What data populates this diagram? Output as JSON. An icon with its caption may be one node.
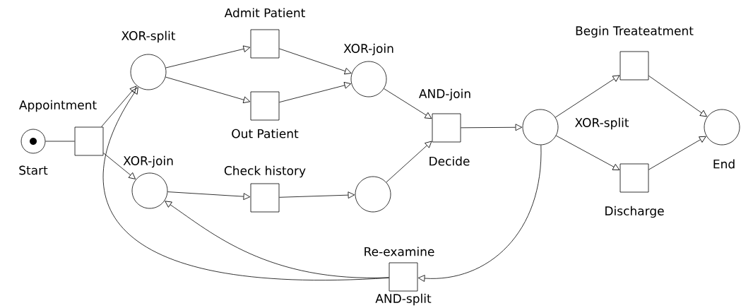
{
  "diagram": {
    "nodes": [
      {
        "text": [],
        "shape": "circle",
        "beside": [
          "Start"
        ]
      },
      {
        "text": [],
        "shape": "box",
        "beside": [
          "Appointment"
        ]
      },
      {
        "text": [],
        "shape": "circle",
        "beside": [
          "XOR-split"
        ]
      },
      {
        "text": [],
        "shape": "circle",
        "beside": [
          "XOR-join"
        ]
      },
      {
        "text": [],
        "shape": "box",
        "beside": [
          "Admit Patient"
        ]
      },
      {
        "text": [],
        "shape": "box",
        "beside": [
          "Out Patient"
        ]
      },
      {
        "text": [],
        "shape": "box",
        "beside": [
          "Check history"
        ]
      },
      {
        "text": [],
        "shape": "circle",
        "beside": [
          "XOR-join"
        ]
      },
      {
        "text": [],
        "shape": "circle"
      },
      {
        "text": [],
        "shape": "box",
        "beside": [
          "AND-join",
          "Decide"
        ]
      },
      {
        "text": [],
        "shape": "circle",
        "beside": [
          "XOR-split"
        ]
      },
      {
        "text": [],
        "shape": "box",
        "beside": [
          "Begin Treateatment"
        ]
      },
      {
        "text": [],
        "shape": "box",
        "beside": [
          "Discharge"
        ]
      },
      {
        "text": [],
        "shape": "circle",
        "beside": [
          "End"
        ]
      },
      {
        "text": [],
        "shape": "box",
        "beside": [
          "Re-examine",
          "AND-split"
        ]
      }
    ],
    "edges": [
      {
        "from": 0,
        "to": 1,
        "arrow": "none"
      },
      {
        "from": 1,
        "to": 2,
        "arrow": "to"
      },
      {
        "from": 1,
        "to": 3,
        "arrow": "to"
      },
      {
        "from": 14,
        "to": 2,
        "arrow": "to"
      },
      {
        "from": 14,
        "to": 3,
        "arrow": "to"
      },
      {
        "from": 2,
        "to": 4,
        "arrow": "to"
      },
      {
        "from": 2,
        "to": 5,
        "arrow": "to"
      },
      {
        "from": 4,
        "to": 7,
        "arrow": "to"
      },
      {
        "from": 5,
        "to": 7,
        "arrow": "to"
      },
      {
        "from": 3,
        "to": 6,
        "arrow": "to"
      },
      {
        "from": 6,
        "to": 8,
        "arrow": "to"
      },
      {
        "from": 7,
        "to": 9,
        "arrow": "to"
      },
      {
        "from": 8,
        "to": 9,
        "arrow": "to"
      },
      {
        "from": 9,
        "to": 10,
        "arrow": "to"
      },
      {
        "from": 10,
        "to": 11,
        "arrow": "to"
      },
      {
        "from": 10,
        "to": 12,
        "arrow": "to"
      },
      {
        "from": 11,
        "to": 13,
        "arrow": "to"
      },
      {
        "from": 12,
        "to": 13,
        "arrow": "to"
      },
      {
        "from": 10,
        "to": 14,
        "arrow": "to"
      }
    ]
  }
}
